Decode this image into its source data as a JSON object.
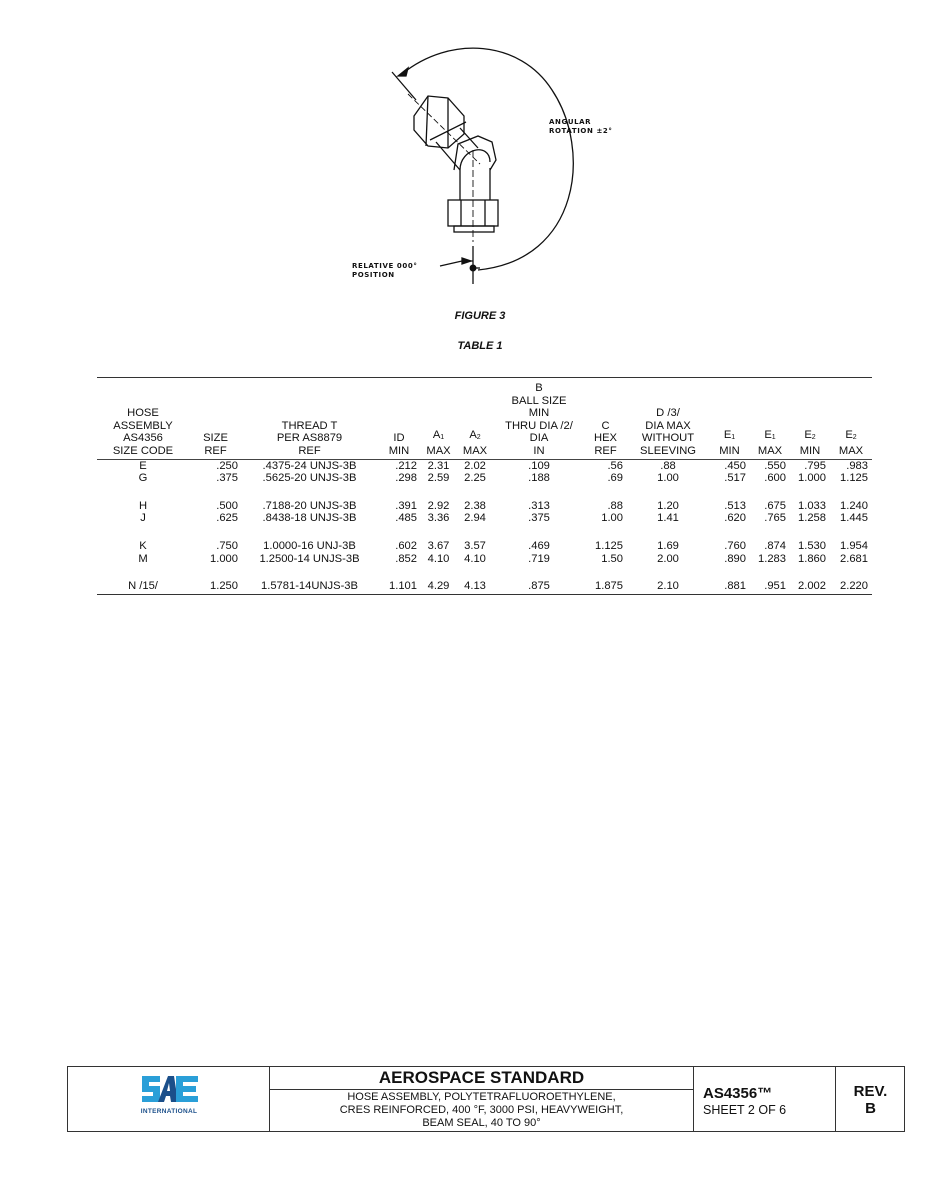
{
  "figure": {
    "caption": "FIGURE 3",
    "labels": {
      "angular_line1": "ANGULAR",
      "angular_line2": "ROTATION ±2°",
      "relative_line1": "RELATIVE 000°",
      "relative_line2": "POSITION"
    }
  },
  "table": {
    "caption": "TABLE 1",
    "headers": {
      "size_code": [
        "HOSE",
        "ASSEMBLY",
        "AS4356",
        "SIZE CODE"
      ],
      "size_ref": [
        "SIZE",
        "REF"
      ],
      "thread": [
        "THREAD T",
        "PER AS8879",
        "REF"
      ],
      "id_min": [
        "ID",
        "MIN"
      ],
      "a1_max": [
        "A",
        "1",
        "MAX"
      ],
      "a2_max": [
        "A",
        "2",
        "MAX"
      ],
      "ball": [
        "B",
        "BALL SIZE",
        "MIN",
        "THRU DIA /2/",
        "DIA",
        "IN"
      ],
      "hex": [
        "C",
        "HEX",
        "REF"
      ],
      "d_dia": [
        "D /3/",
        "DIA MAX",
        "WITHOUT",
        "SLEEVING"
      ],
      "e1_min": [
        "E",
        "1",
        "MIN"
      ],
      "e1_max": [
        "E",
        "1",
        "MAX"
      ],
      "e2_min": [
        "E",
        "2",
        "MIN"
      ],
      "e2_max": [
        "E",
        "2",
        "MAX"
      ]
    },
    "rows": [
      {
        "code": "E",
        "size": ".250",
        "thread": ".4375-24 UNJS-3B",
        "id": ".212",
        "a1": "2.31",
        "a2": "2.02",
        "b": ".109",
        "c": ".56",
        "d": ".88",
        "e1min": ".450",
        "e1max": ".550",
        "e2min": ".795",
        "e2max": ".983"
      },
      {
        "code": "G",
        "size": ".375",
        "thread": ".5625-20 UNJS-3B",
        "id": ".298",
        "a1": "2.59",
        "a2": "2.25",
        "b": ".188",
        "c": ".69",
        "d": "1.00",
        "e1min": ".517",
        "e1max": ".600",
        "e2min": "1.000",
        "e2max": "1.125"
      },
      {
        "code": "H",
        "size": ".500",
        "thread": ".7188-20 UNJS-3B",
        "id": ".391",
        "a1": "2.92",
        "a2": "2.38",
        "b": ".313",
        "c": ".88",
        "d": "1.20",
        "e1min": ".513",
        "e1max": ".675",
        "e2min": "1.033",
        "e2max": "1.240"
      },
      {
        "code": "J",
        "size": ".625",
        "thread": ".8438-18 UNJS-3B",
        "id": ".485",
        "a1": "3.36",
        "a2": "2.94",
        "b": ".375",
        "c": "1.00",
        "d": "1.41",
        "e1min": ".620",
        "e1max": ".765",
        "e2min": "1.258",
        "e2max": "1.445"
      },
      {
        "code": "K",
        "size": ".750",
        "thread": "1.0000-16 UNJ-3B",
        "id": ".602",
        "a1": "3.67",
        "a2": "3.57",
        "b": ".469",
        "c": "1.125",
        "d": "1.69",
        "e1min": ".760",
        "e1max": ".874",
        "e2min": "1.530",
        "e2max": "1.954"
      },
      {
        "code": "M",
        "size": "1.000",
        "thread": "1.2500-14 UNJS-3B",
        "id": ".852",
        "a1": "4.10",
        "a2": "4.10",
        "b": ".719",
        "c": "1.50",
        "d": "2.00",
        "e1min": ".890",
        "e1max": "1.283",
        "e2min": "1.860",
        "e2max": "2.681"
      },
      {
        "code": "N /15/",
        "size": "1.250",
        "thread": "1.5781-14UNJS-3B",
        "id": "1.101",
        "a1": "4.29",
        "a2": "4.13",
        "b": ".875",
        "c": "1.875",
        "d": "2.10",
        "e1min": ".881",
        "e1max": ".951",
        "e2min": "2.002",
        "e2max": "2.220"
      }
    ]
  },
  "footer": {
    "logo_text": "SAE",
    "logo_subtext": "INTERNATIONAL",
    "logo_colors": {
      "light": "#2a9fd8",
      "dark": "#1b4f8a"
    },
    "heading": "AEROSPACE STANDARD",
    "description": [
      "HOSE ASSEMBLY, POLYTETRAFLUOROETHYLENE,",
      "CRES REINFORCED, 400 °F, 3000 PSI, HEAVYWEIGHT,",
      "BEAM SEAL, 40 TO 90°"
    ],
    "doc_number": "AS4356™",
    "sheet": "SHEET 2 OF 6",
    "rev_label": "REV.",
    "rev_value": "B"
  }
}
